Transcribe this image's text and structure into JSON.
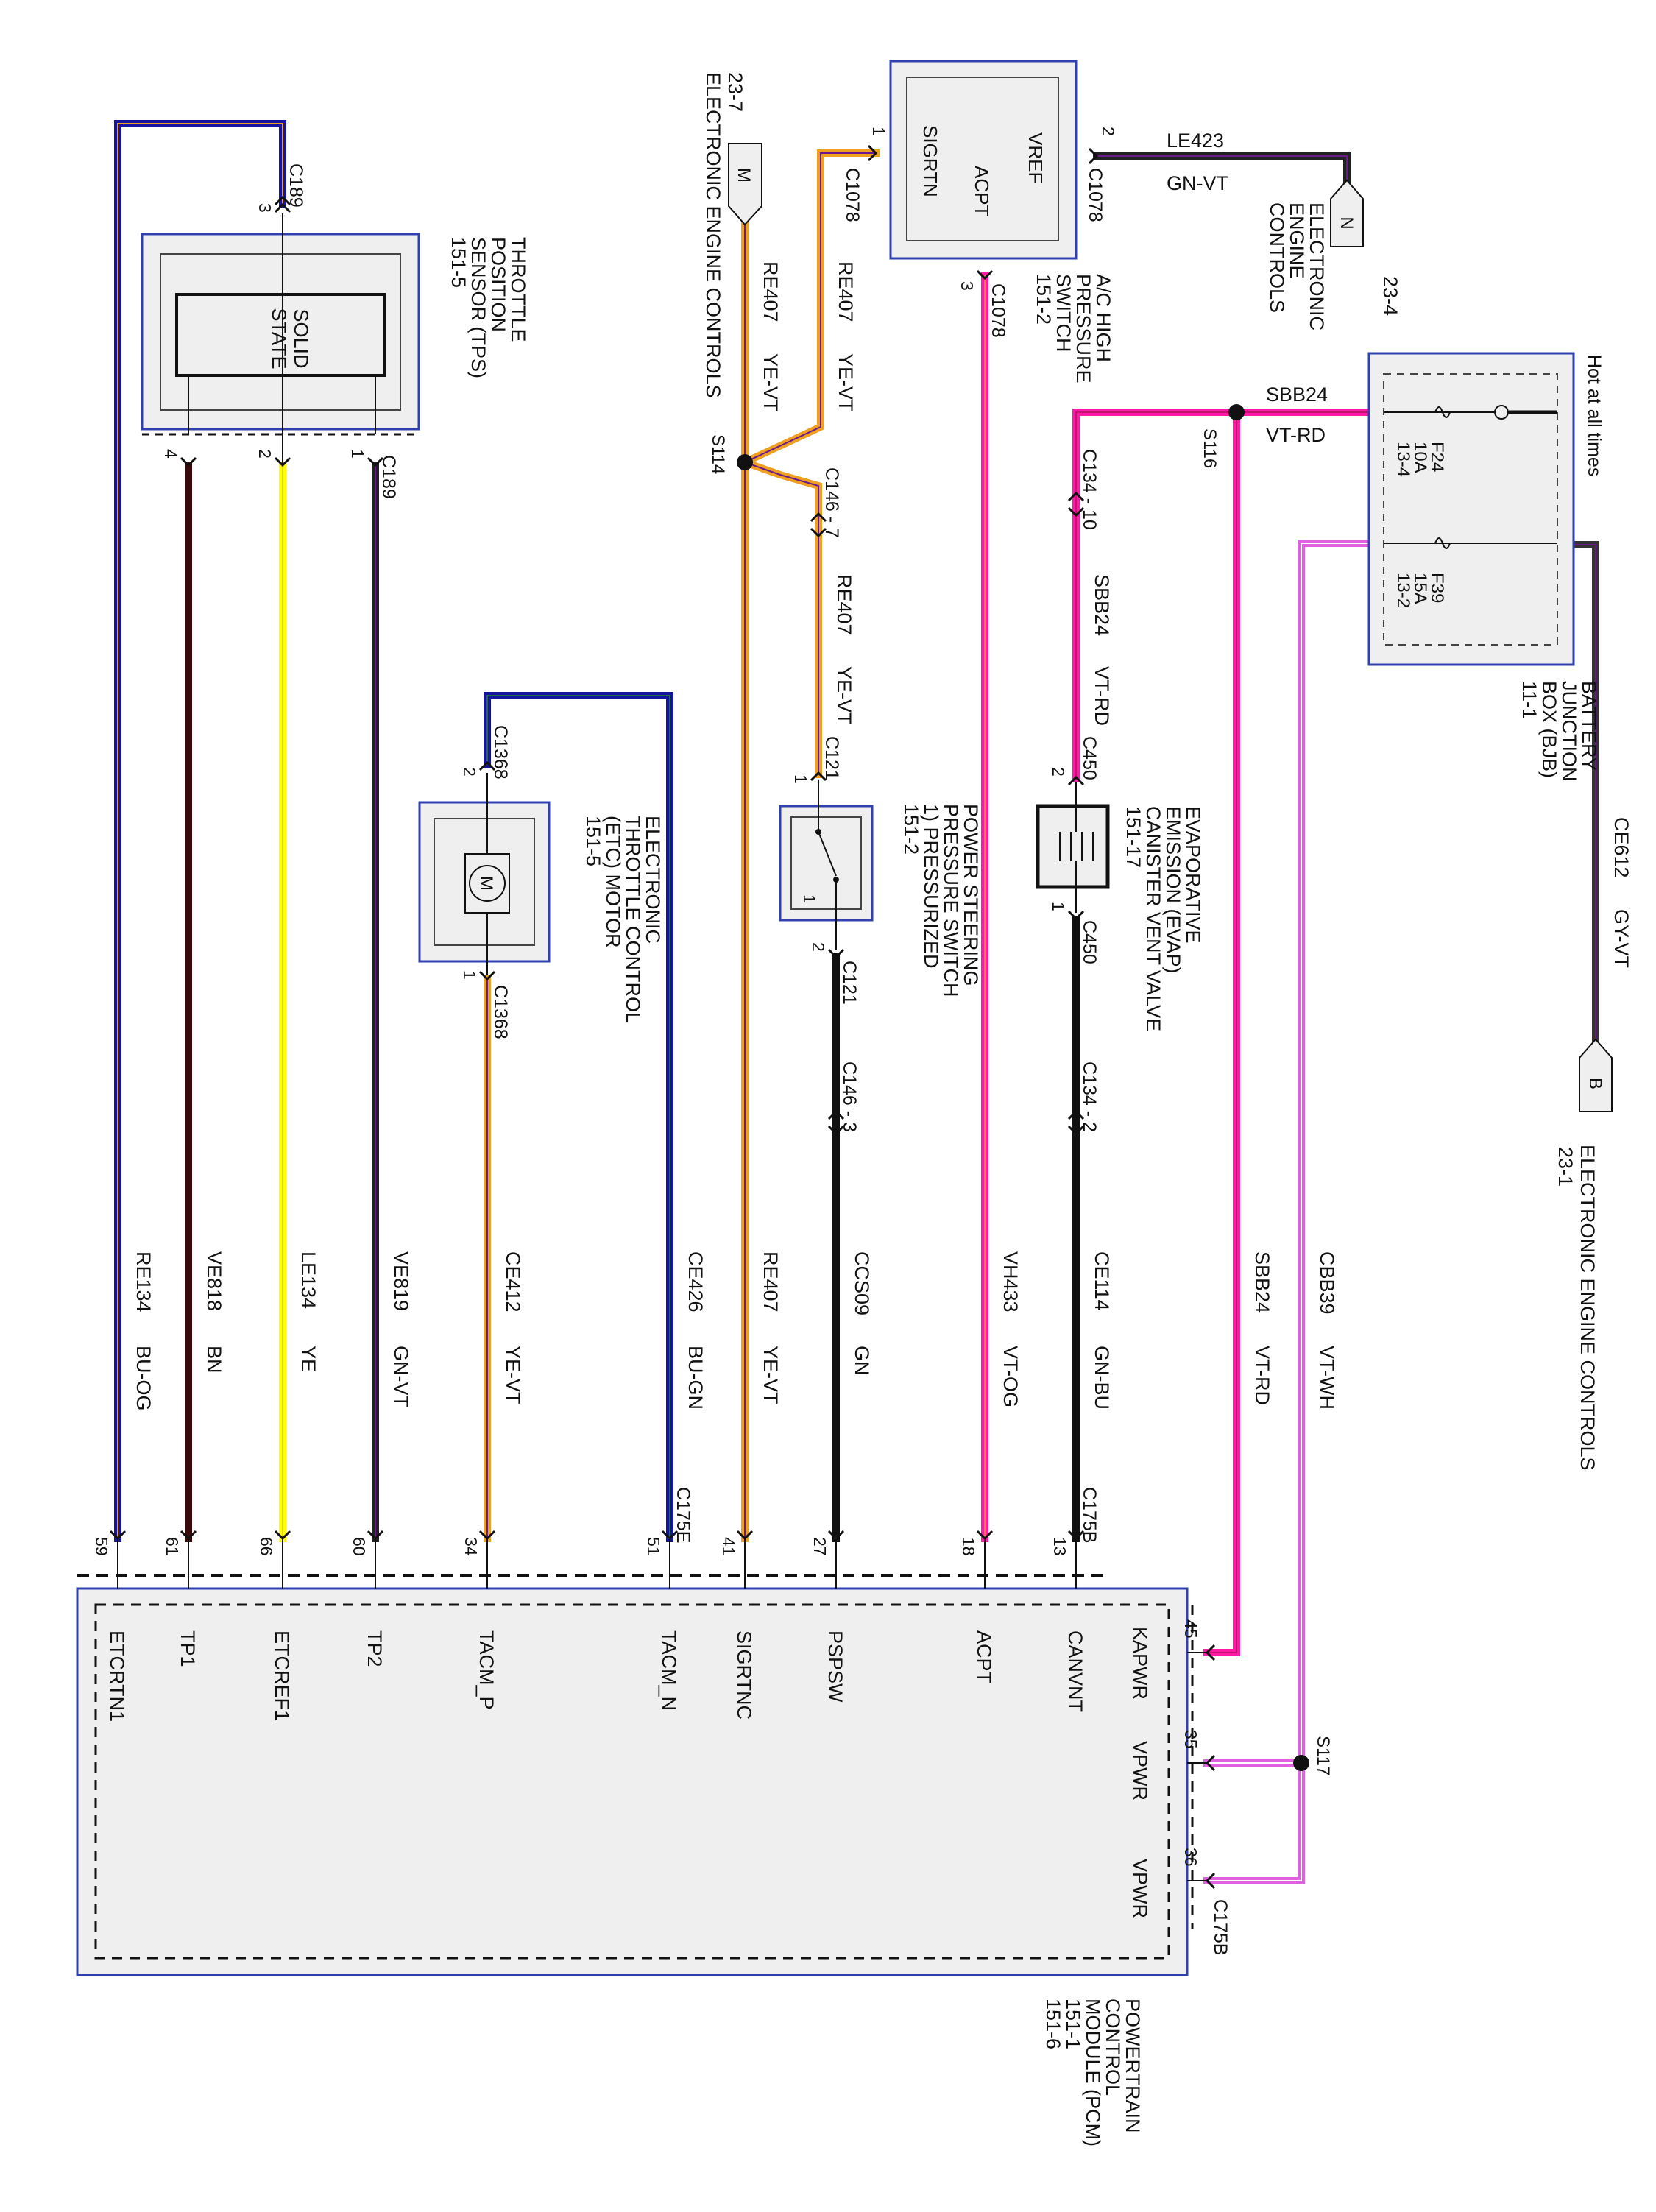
{
  "components": {
    "tps": {
      "label_lines": [
        "THROTTLE",
        "POSITION",
        "SENSOR (TPS)",
        "151-5"
      ],
      "inner": [
        "SOLID",
        "STATE"
      ]
    },
    "ac_switch": {
      "label_lines": [
        "A/C HIGH",
        "PRESSURE",
        "SWITCH",
        "151-2"
      ],
      "pins": [
        "VREF",
        "ACPT",
        "SIGRTN"
      ]
    },
    "bjb": {
      "label_lines": [
        "BATTERY",
        "JUNCTION",
        "BOX (BJB)",
        "11-1"
      ],
      "hot": "Hot at all times",
      "fuses": [
        {
          "name": "F24",
          "rating": "10A",
          "cav": "13-4"
        },
        {
          "name": "F39",
          "rating": "15A",
          "cav": "13-2"
        }
      ]
    },
    "etc_motor": {
      "label_lines": [
        "ELECTRONIC",
        "THROTTLE CONTROL",
        "(ETC) MOTOR",
        "151-5"
      ],
      "symbol": "M"
    },
    "ps_switch": {
      "label_lines": [
        "POWER STEERING",
        "PRESSURE SWITCH",
        "1) PRESSURIZED",
        "151-2"
      ],
      "contact": "1"
    },
    "evap": {
      "label_lines": [
        "EVAPORATIVE",
        "EMISSION (EVAP)",
        "CANISTER VENT VALVE",
        "151-17"
      ]
    },
    "pcm": {
      "label_lines": [
        "POWERTRAIN",
        "CONTROL",
        "MODULE (PCM)",
        "151-1",
        "151-6"
      ],
      "pins": [
        "ETCRTN1",
        "TP1",
        "ETCREF1",
        "TP2",
        "TACM_P",
        "TACM_N",
        "SIGRTNC",
        "PSPSW",
        "ACPT",
        "CANVNT",
        "KAPWR",
        "VPWR",
        "VPWR"
      ]
    }
  },
  "refs": {
    "m": {
      "letter": "M",
      "page": "23-7",
      "label": "ELECTRONIC ENGINE CONTROLS"
    },
    "n": {
      "letter": "N",
      "page": "23-4",
      "label_lines": [
        "ELECTRONIC",
        "ENGINE",
        "CONTROLS"
      ]
    },
    "b": {
      "letter": "B",
      "page": "23-1",
      "label": "ELECTRONIC ENGINE CONTROLS"
    }
  },
  "splices": [
    "S114",
    "S116",
    "S117"
  ],
  "connectors": [
    "C189",
    "C1078",
    "C146 - 7",
    "C121",
    "C146 - 3",
    "C134 - 10",
    "C450",
    "C134 - 2",
    "C1368",
    "C175E",
    "C175B"
  ],
  "pin_numbers": [
    "1",
    "2",
    "3",
    "4",
    "59",
    "61",
    "66",
    "60",
    "34",
    "51",
    "41",
    "27",
    "18",
    "13",
    "45",
    "35",
    "36"
  ],
  "wires": {
    "le423": {
      "circuit": "LE423",
      "color": "GN-VT"
    },
    "re407": {
      "circuit": "RE407",
      "color": "YE-VT"
    },
    "sbb24": {
      "circuit": "SBB24",
      "color": "VT-RD"
    },
    "ce612": {
      "circuit": "CE612",
      "color": "GY-VT"
    },
    "re134": {
      "circuit": "RE134",
      "color": "BU-OG"
    },
    "ve818": {
      "circuit": "VE818",
      "color": "BN"
    },
    "le134": {
      "circuit": "LE134",
      "color": "YE"
    },
    "ve819": {
      "circuit": "VE819",
      "color": "GN-VT"
    },
    "ce412": {
      "circuit": "CE412",
      "color": "YE-VT"
    },
    "ce426": {
      "circuit": "CE426",
      "color": "BU-GN"
    },
    "ccs09": {
      "circuit": "CCS09",
      "color": "GN"
    },
    "vh433": {
      "circuit": "VH433",
      "color": "VT-OG"
    },
    "ce114": {
      "circuit": "CE114",
      "color": "GN-BU"
    },
    "cbb39": {
      "circuit": "CBB39",
      "color": "VT-WH"
    }
  },
  "palette": {
    "box_border": "#3140b0",
    "box_fill": "#efefef",
    "blue": "#1414a0",
    "brown": "#3a0a0a",
    "yellow": "#ffff00",
    "dark": "#222222",
    "orange": "#f0a020",
    "magenta": "#ff1aa6",
    "violet": "#6a1a8a",
    "pink_white": "#e060e0"
  }
}
